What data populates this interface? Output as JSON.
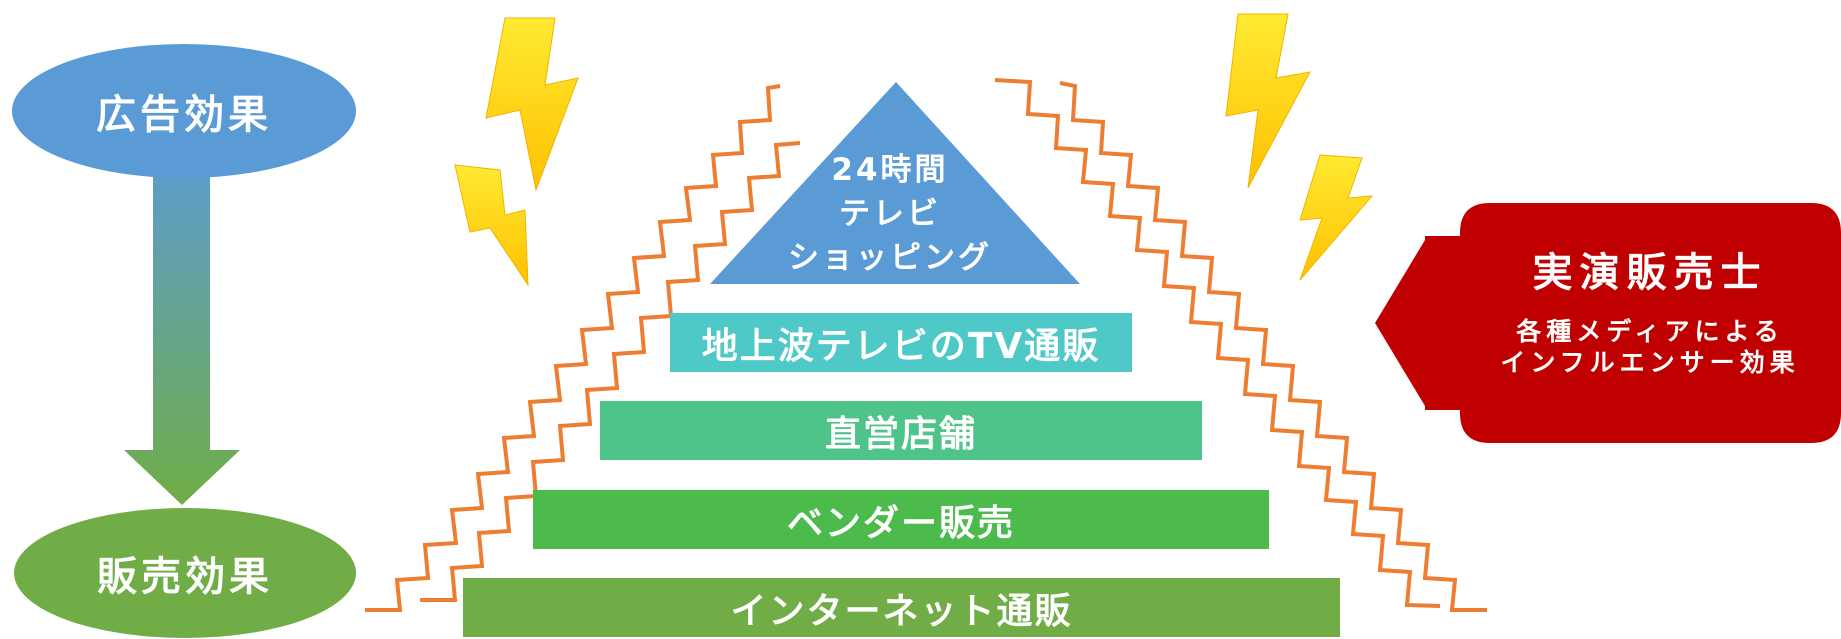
{
  "left_axis": {
    "top_label": "広告効果",
    "bottom_label": "販売効果"
  },
  "pyramid": {
    "apex_lines": [
      "24時間",
      "テレビ",
      "ショッピング"
    ],
    "tiers": [
      "地上波テレビのTV通販",
      "直営店舗",
      "ベンダー販売",
      "インターネット通販"
    ]
  },
  "callout": {
    "title": "実演販売士",
    "subtitle_lines": [
      "各種メディアによる",
      "インフルエンサー効果"
    ]
  },
  "colors": {
    "blue": "#5b9bd5",
    "green": "#70ad47",
    "teal": "#4fc8c8",
    "mint": "#4fc48a",
    "bright_green": "#4cbb4c",
    "red": "#c00000",
    "orange": "#ed7d31",
    "yellow": "#ffd700"
  },
  "icons": [
    "lightning-bolt-icon",
    "lightning-bolt-icon",
    "lightning-bolt-icon",
    "lightning-bolt-icon"
  ]
}
